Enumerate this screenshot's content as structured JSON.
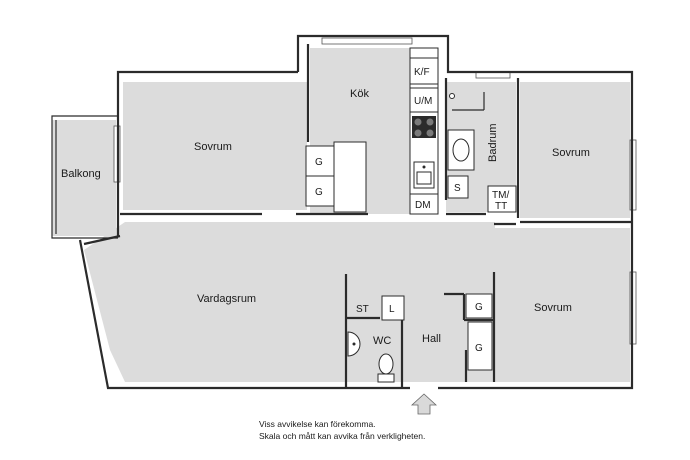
{
  "rooms": {
    "kok": "Kök",
    "sovrum_left": "Sovrum",
    "sovrum_right_top": "Sovrum",
    "sovrum_right_bottom": "Sovrum",
    "balkong": "Balkong",
    "vardagsrum": "Vardagsrum",
    "badrum": "Badrum",
    "hall": "Hall",
    "wc": "WC"
  },
  "fixtures": {
    "kf": "K/F",
    "um": "U/M",
    "dm": "DM",
    "g_bedroom_1": "G",
    "g_bedroom_2": "G",
    "s_bath": "S",
    "tm_line1": "TM/",
    "tm_line2": "TT",
    "st": "ST",
    "l": "L",
    "g_hall_1": "G",
    "g_hall_2": "G"
  },
  "notes": {
    "line1": "Viss avvikelse kan förekomma.",
    "line2": "Skala och mått kan avvika från verkligheten."
  }
}
